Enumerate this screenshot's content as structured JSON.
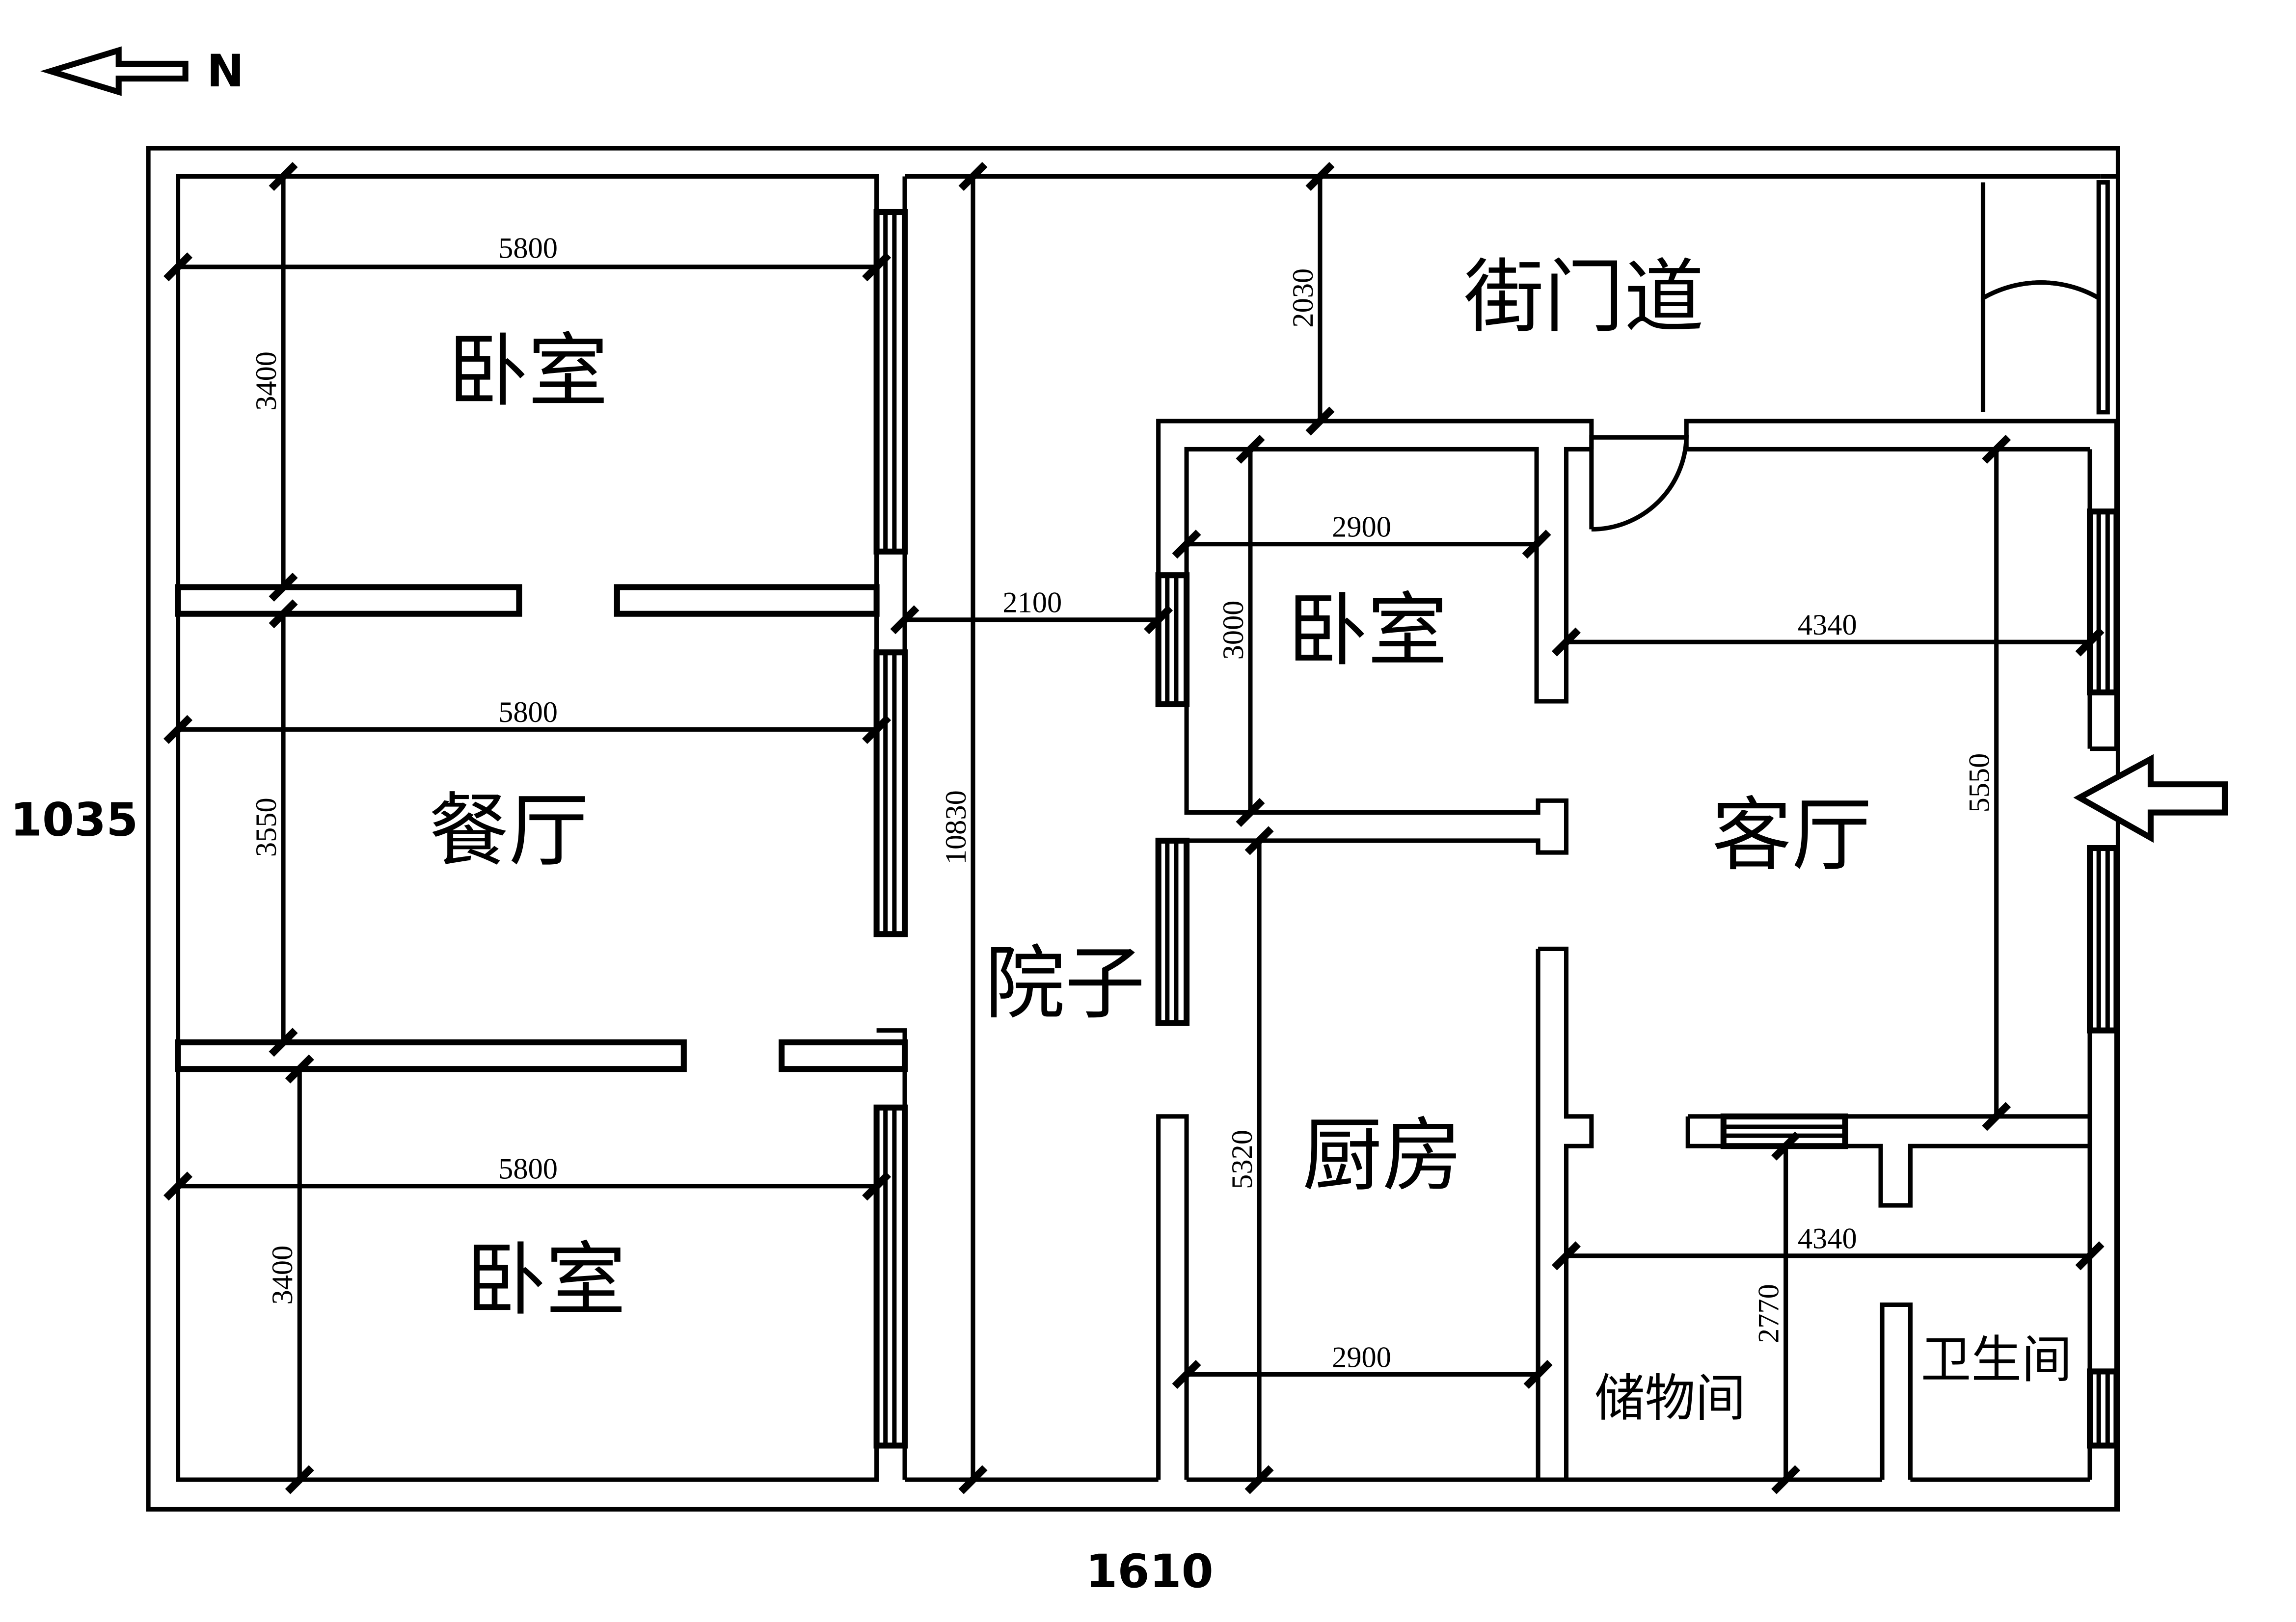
{
  "compass": {
    "label": "N",
    "icon": "north-arrow-icon"
  },
  "overall": {
    "height_label": "1035",
    "width_label": "1610"
  },
  "rooms": {
    "bedroom_top": "卧室",
    "dining": "餐厅",
    "bedroom_bottom": "卧室",
    "courtyard": "院子",
    "gate_passage": "街门道",
    "bedroom_small": "卧室",
    "living": "客厅",
    "kitchen": "厨房",
    "storage": "储物间",
    "bathroom": "卫生间"
  },
  "dimensions": {
    "d_top_w": "5800",
    "d_top_h": "3400",
    "d_mid_w": "5800",
    "d_mid_h": "3550",
    "d_bot_w": "5800",
    "d_bot_h": "3400",
    "d_court_w": "2100",
    "d_court_h": "10830",
    "d_gate_h": "2030",
    "d_bed2_w": "2900",
    "d_bed2_h": "3000",
    "d_living_w": "4340",
    "d_living_h": "5550",
    "d_kitchen_w": "2900",
    "d_kitchen_h": "5320",
    "d_lower_w": "4340",
    "d_lower_h": "2770"
  },
  "entrance": {
    "icon": "entrance-arrow-icon"
  }
}
